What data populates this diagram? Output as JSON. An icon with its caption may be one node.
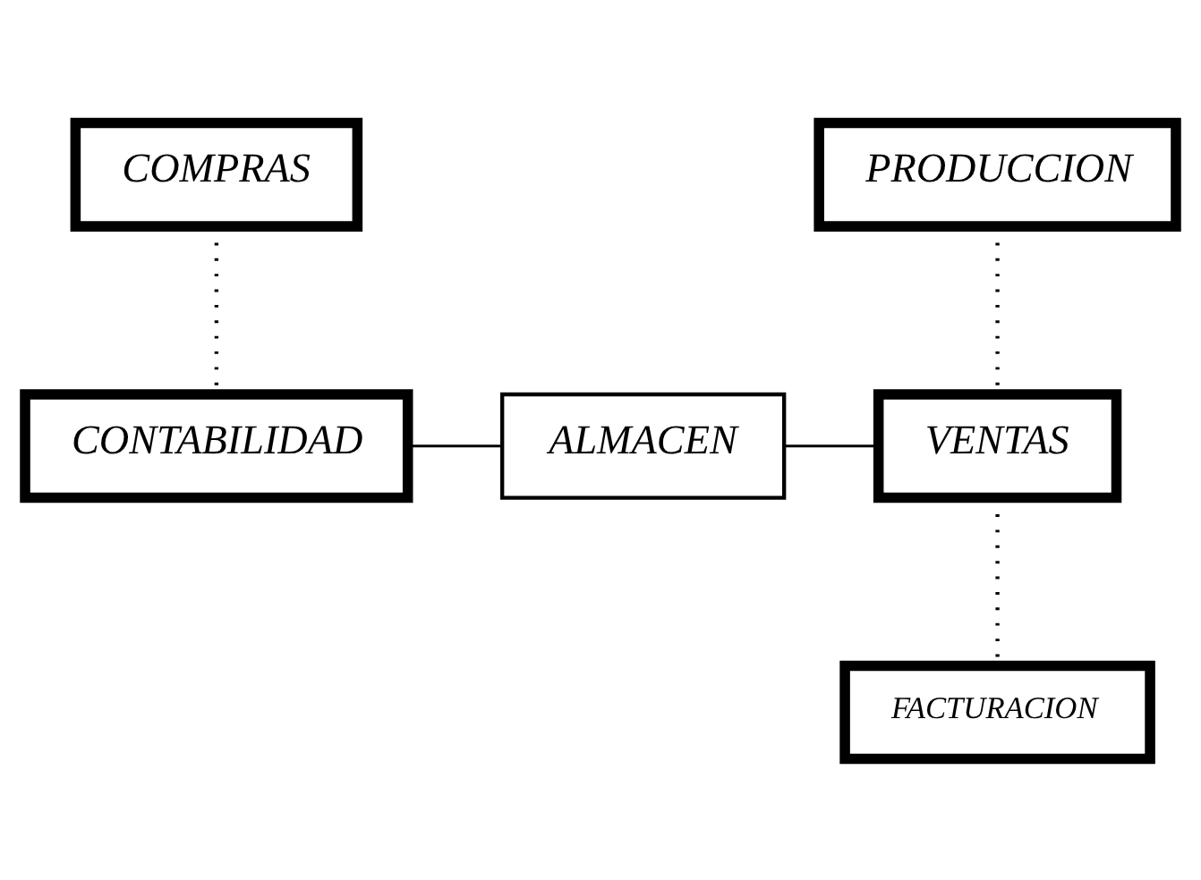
{
  "diagram": {
    "nodes": [
      {
        "text": [
          "COMPRAS"
        ]
      },
      {
        "text": [
          "PRODUCCION"
        ]
      },
      {
        "text": [
          "CONTABILIDAD"
        ]
      },
      {
        "text": [
          "ALMACEN"
        ]
      },
      {
        "text": [
          "VENTAS"
        ]
      },
      {
        "text": [
          "FACTURACION"
        ]
      }
    ],
    "edges": [
      {
        "from": 0,
        "to": 2,
        "arrow": "none",
        "style": "dashed"
      },
      {
        "from": 1,
        "to": 4,
        "arrow": "none",
        "style": "dashed"
      },
      {
        "from": 2,
        "to": 3,
        "arrow": "none"
      },
      {
        "from": 3,
        "to": 4,
        "arrow": "none"
      },
      {
        "from": 4,
        "to": 5,
        "arrow": "none",
        "style": "dashed"
      }
    ]
  }
}
